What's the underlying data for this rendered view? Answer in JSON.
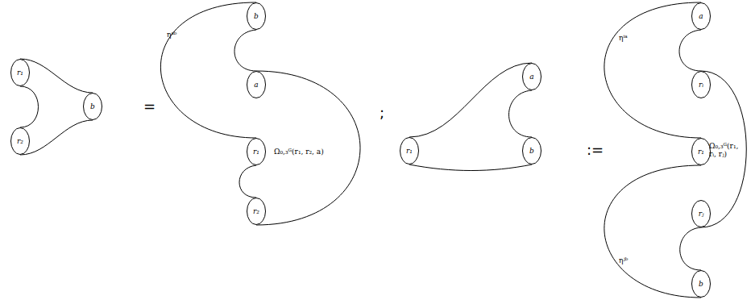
{
  "diagram": {
    "nodes": [
      {
        "text": [
          "r₁"
        ]
      },
      {
        "text": [
          "r₂"
        ]
      },
      {
        "text": [
          "b"
        ]
      },
      {
        "text": [
          "b"
        ]
      },
      {
        "text": [
          "a"
        ]
      },
      {
        "text": [
          "r₁"
        ]
      },
      {
        "text": [
          "r₂"
        ]
      },
      {
        "text": [
          "r₁"
        ]
      },
      {
        "text": [
          "a"
        ]
      },
      {
        "text": [
          "b"
        ]
      },
      {
        "text": [
          "a"
        ]
      },
      {
        "text": [
          "rᵢ"
        ]
      },
      {
        "text": [
          "r₁"
        ]
      },
      {
        "text": [
          "rⱼ"
        ]
      },
      {
        "text": [
          "b"
        ]
      }
    ],
    "labels": [
      "=",
      "ηᵃᵇ",
      "Ω₀,₃ᴳ(r₁, r₂, a)",
      ";",
      ":=",
      "ηⁱᵃ",
      "Ω₀,₃ᴳ(r₁, rᵢ, rⱼ)",
      "ηʲᵇ"
    ]
  }
}
